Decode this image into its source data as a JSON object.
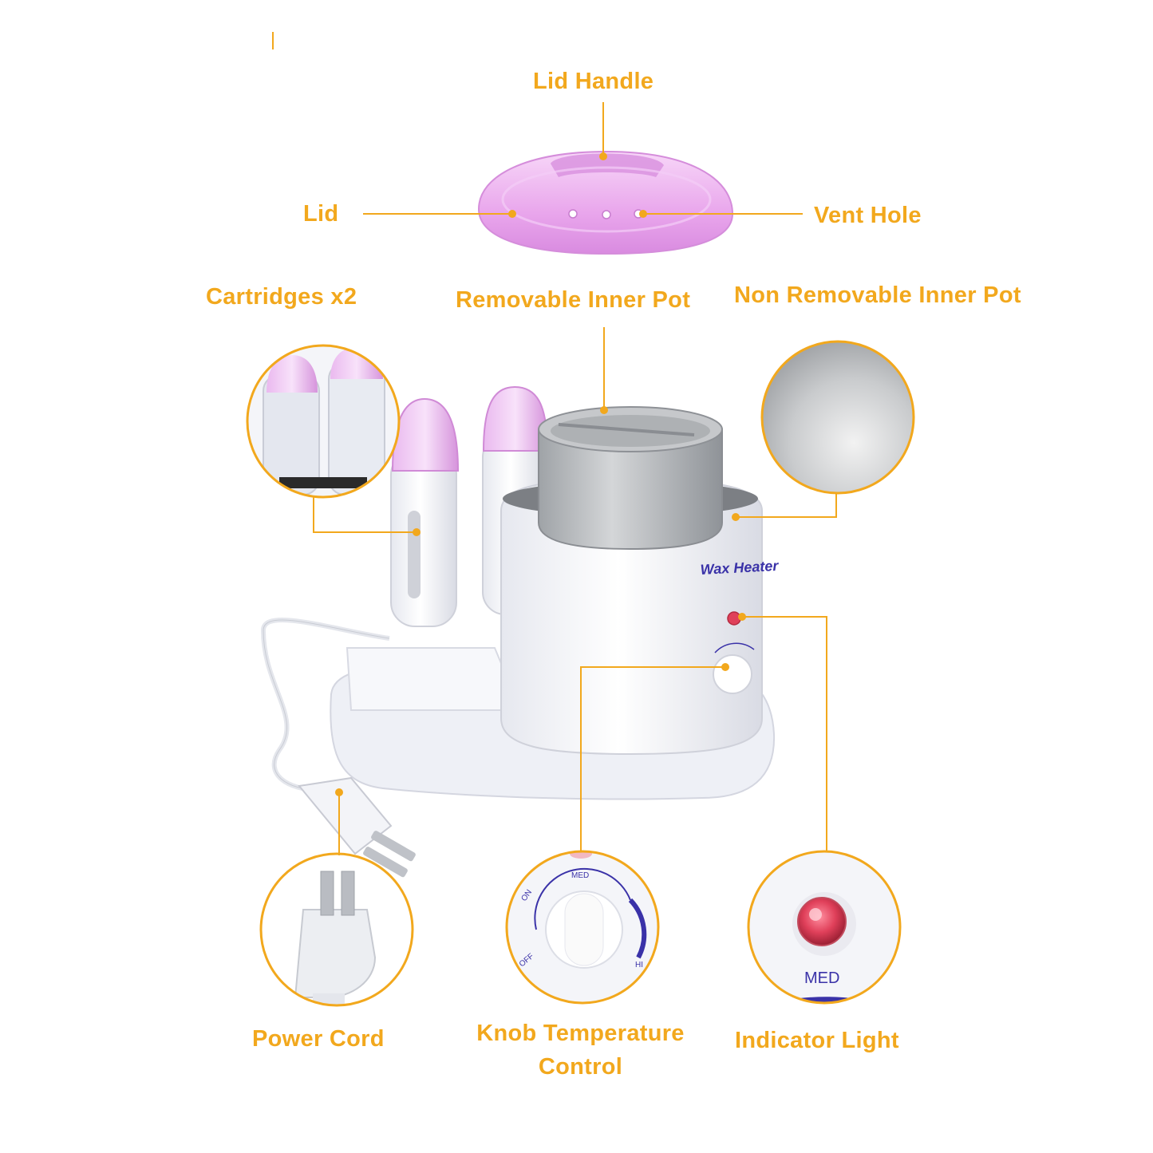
{
  "labels": {
    "lid_handle": "Lid Handle",
    "lid": "Lid",
    "vent_hole": "Vent Hole",
    "cartridges": "Cartridges x2",
    "removable_pot": "Removable Inner Pot",
    "non_removable_pot": "Non Removable Inner Pot",
    "power_cord": "Power Cord",
    "knob_line1": "Knob Temperature",
    "knob_line2": "Control",
    "indicator_light": "Indicator Light"
  },
  "device_text": {
    "brand": "Wax Heater",
    "knob_on": "ON",
    "knob_med": "MED",
    "knob_off": "OFF",
    "knob_hi": "HI",
    "indicator_med": "MED"
  },
  "colors": {
    "accent": "#F2A81D",
    "lid_pink": "#E9A6EC",
    "device_white": "#F3F4F8",
    "pot_silver": "#B8BBBE",
    "dial_blue": "#3A32A8",
    "indicator_red": "#E0405A"
  },
  "icons": [
    "plug-icon",
    "knob-icon",
    "indicator-light-icon",
    "cartridge-icon"
  ]
}
